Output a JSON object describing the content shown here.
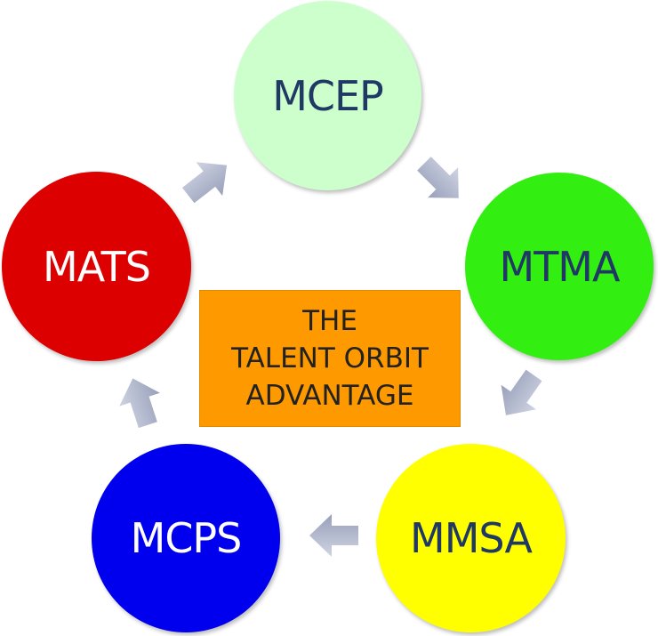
{
  "nodes": {
    "mcep": {
      "label": "MCEP",
      "fill": "#ccffcc",
      "text_color": "#1f3864"
    },
    "mtma": {
      "label": "MTMA",
      "fill": "#33ee11",
      "text_color": "#1f3864"
    },
    "mmsa": {
      "label": "MMSA",
      "fill": "#ffff00",
      "text_color": "#1f3864"
    },
    "mcps": {
      "label": "MCPS",
      "fill": "#0000ee",
      "text_color": "#ffffff"
    },
    "mats": {
      "label": "MATS",
      "fill": "#dd0000",
      "text_color": "#ffffff"
    }
  },
  "center": {
    "lines": [
      "THE",
      "TALENT ORBIT",
      "ADVANTAGE"
    ],
    "fill": "#ff9900"
  },
  "arrow_color": "#a8b0c8",
  "flow": [
    "MCEP",
    "MTMA",
    "MMSA",
    "MCPS",
    "MATS"
  ]
}
